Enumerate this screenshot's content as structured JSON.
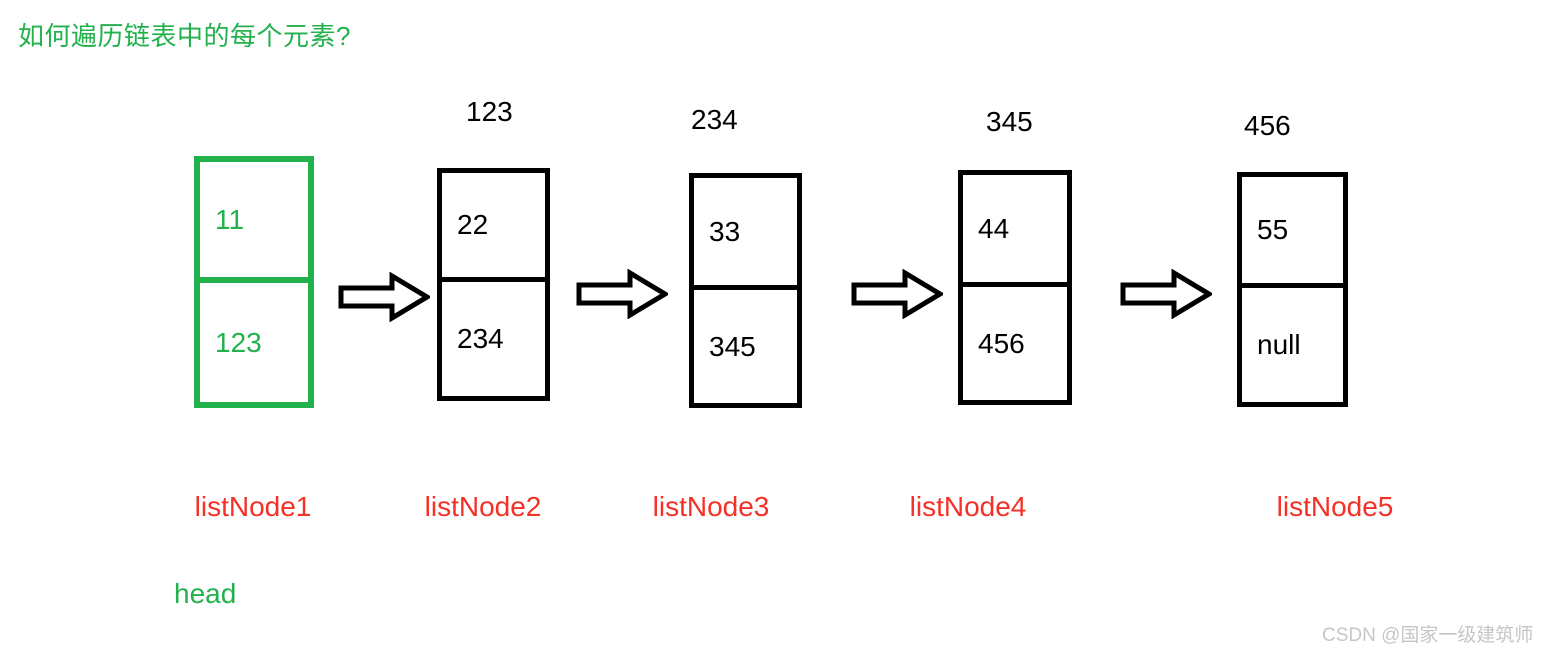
{
  "title": "如何遍历链表中的每个元素?",
  "head_label": "head",
  "watermark": "CSDN @国家一级建筑师",
  "colors": {
    "green": "#23b14d",
    "red": "#f53026",
    "black": "#000000",
    "watermark_gray": "#c6c6c6"
  },
  "nodes": [
    {
      "name": "listNode1",
      "address": "",
      "value": "11",
      "next": "123",
      "highlighted": true
    },
    {
      "name": "listNode2",
      "address": "123",
      "value": "22",
      "next": "234",
      "highlighted": false
    },
    {
      "name": "listNode3",
      "address": "234",
      "value": "33",
      "next": "345",
      "highlighted": false
    },
    {
      "name": "listNode4",
      "address": "345",
      "value": "44",
      "next": "456",
      "highlighted": false
    },
    {
      "name": "listNode5",
      "address": "456",
      "value": "55",
      "next": "null",
      "highlighted": false
    }
  ]
}
